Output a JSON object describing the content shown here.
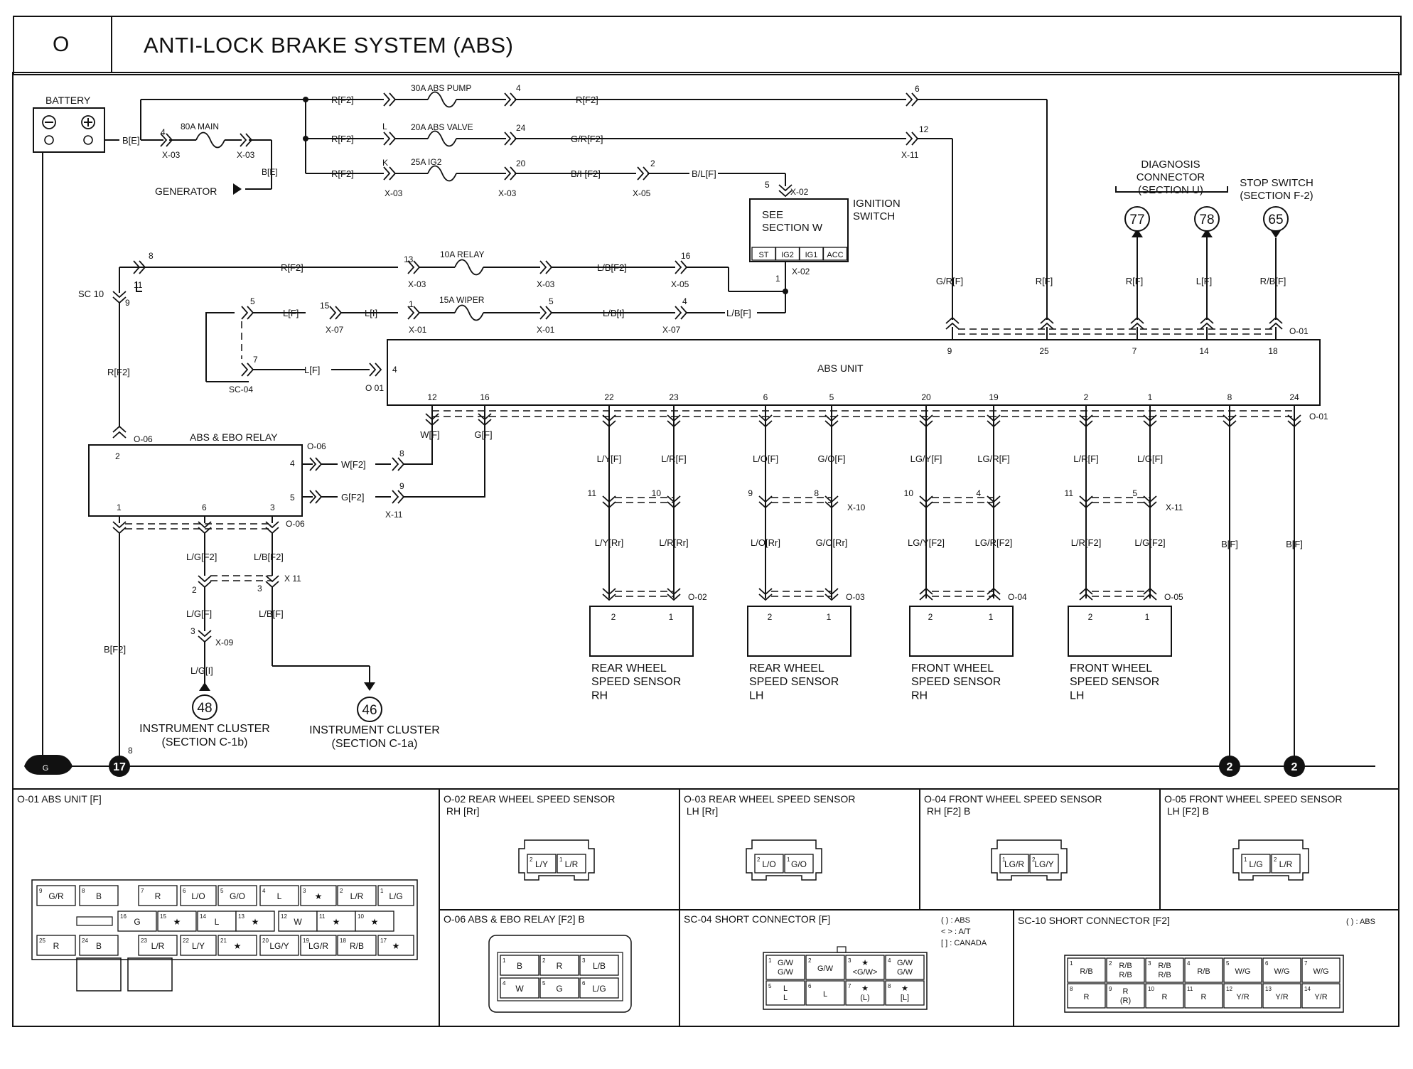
{
  "header": {
    "section": "O",
    "title": "ANTI-LOCK BRAKE SYSTEM (ABS)"
  },
  "power": {
    "battery_label": "BATTERY",
    "generator_label": "GENERATOR",
    "fuses": [
      {
        "label": "80A MAIN",
        "in_pin": "4",
        "in_conn": "X-03",
        "out_conn": "X-03"
      },
      {
        "label": "30A ABS PUMP",
        "out_pin": "4"
      },
      {
        "label": "20A ABS VALVE",
        "in_pin": "L",
        "out_pin": "24"
      },
      {
        "label": "25A IG2",
        "in_pin": "K",
        "in_conn": "X-03",
        "out_pin": "20",
        "out_conn": "X-03"
      },
      {
        "label": "10A RELAY",
        "in_pin": "13",
        "in_conn": "X-03",
        "out_conn": "X-03"
      },
      {
        "label": "15A WIPER",
        "in_pin": "1",
        "in_conn": "X-01",
        "out_pin": "5",
        "out_conn": "X-01"
      }
    ],
    "wires": {
      "batt_out": "B[E]",
      "gen_wire": "B[E]",
      "pump_in": "R[F2]",
      "valve_in": "R[F2]",
      "ig2_in": "R[F2]",
      "pump_out": "R[F2]",
      "valve_out": "G/R[F2]",
      "ig2_out": "B/I [F2]",
      "ig_sw_in": "B/L[F]",
      "relay_in": "R[F2]",
      "relay_out": "L/B[F2]",
      "wiper_in": "L[I]",
      "wiper_out": "L/B[I]",
      "wiper_out2": "L/B[F]",
      "sc04_top": "L[F]",
      "sc04_bot": "L[F]",
      "sc10_down": "R[F2]"
    },
    "connectors": {
      "x05_pin": "2",
      "x05": "X-05",
      "x02_top_pin": "5",
      "x02": "X-02",
      "x02_bot_pin": "1",
      "x02_bot": "X-02",
      "x11_top_pin6": "6",
      "x11_top_pin12": "12",
      "x11_top": "X-11",
      "sc10": "SC 10",
      "sc10_pin_top": "8",
      "sc10_pin_bot": "9",
      "sc10_pin_11": "11",
      "relay_out_pin": "16",
      "relay_out_conn": "X-05",
      "wiper_x07_pin": "15",
      "x07": "X-07",
      "x07b_pin": "4",
      "x07b": "X-07",
      "sc04": "SC-04",
      "sc04_pin5": "5",
      "sc04_pin7": "7",
      "o01_left": "O 01",
      "o01_left_pin": "4"
    }
  },
  "ignition_switch": {
    "label": "IGNITION\nSWITCH",
    "see": "SEE\nSECTION W",
    "positions": [
      "ST",
      "IG2",
      "IG1",
      "ACC"
    ]
  },
  "right_refs": {
    "diag_label": "DIAGNOSIS\nCONNECTOR\n(SECTION U)",
    "stop_label": "STOP SWITCH\n(SECTION F-2)",
    "circles": [
      "77",
      "78",
      "65"
    ],
    "wires": [
      "G/R[F]",
      "R[F]",
      "R[F]",
      "L[F]",
      "R/B[F]"
    ],
    "pins": [
      "9",
      "25",
      "7",
      "14",
      "18"
    ],
    "o01": "O-01"
  },
  "abs_unit": {
    "label": "ABS UNIT",
    "left_pin": "4",
    "bottom_pins": [
      "12",
      "16",
      "22",
      "23",
      "6",
      "5",
      "20",
      "19",
      "2",
      "1",
      "8",
      "24"
    ],
    "o01_bottom": "O-01"
  },
  "relay": {
    "label": "ABS & EBO RELAY",
    "o06_top": "O-06",
    "o06_right": "O-06",
    "o06_bottom": "O-06",
    "pins": {
      "p2": "2",
      "p4": "4",
      "p5": "5",
      "p1": "1",
      "p6": "6",
      "p3": "3"
    },
    "wires": {
      "w_top": "W[F2]",
      "g_top": "G[F2]",
      "w_abs": "W[F]",
      "g_abs": "G[F]",
      "lg": "L/G[F2]",
      "lb": "L/B[F2]",
      "lg2": "L/G[F]",
      "lb2": "L/B[F]",
      "lgi": "L/G[I]",
      "bf2": "B[F2]",
      "rf2": "R[F2]"
    },
    "x11_pin8": "8",
    "x11_pin9": "9",
    "x11": "X-11",
    "x11b": "X 11",
    "x11b_pin2": "2",
    "x11b_pin3": "3",
    "x09_pin": "3",
    "x09": "X-09",
    "o06_pin": "O-06"
  },
  "cluster": [
    {
      "num": "48",
      "label": "INSTRUMENT CLUSTER\n(SECTION C-1b)"
    },
    {
      "num": "46",
      "label": "INSTRUMENT CLUSTER\n(SECTION C-1a)"
    }
  ],
  "sensors": [
    {
      "name": "REAR WHEEL\nSPEED SENSOR\nRH",
      "conn": "O-02",
      "w_top": [
        "L/Y[F]",
        "L/R[F]"
      ],
      "x_pins": [
        "11",
        "10"
      ],
      "w_bot": [
        "L/Y[Rr]",
        "L/R[Rr]"
      ],
      "pins": [
        "2",
        "1"
      ]
    },
    {
      "name": "REAR WHEEL\nSPEED SENSOR\nLH",
      "conn": "O-03",
      "w_top": [
        "L/O[F]",
        "G/O[F]"
      ],
      "x_pins": [
        "9",
        "8"
      ],
      "x_label": "X-10",
      "w_bot": [
        "L/O[Rr]",
        "G/O[Rr]"
      ],
      "pins": [
        "2",
        "1"
      ]
    },
    {
      "name": "FRONT WHEEL\nSPEED SENSOR\nRH",
      "conn": "O-04",
      "w_top": [
        "LG/Y[F]",
        "LG/R[F]"
      ],
      "x_pins": [
        "10",
        "4"
      ],
      "w_bot": [
        "LG/Y[F2]",
        "LG/R[F2]"
      ],
      "pins": [
        "2",
        "1"
      ]
    },
    {
      "name": "FRONT WHEEL\nSPEED SENSOR\nLH",
      "conn": "O-05",
      "w_top": [
        "L/R[F]",
        "L/G[F]"
      ],
      "x_pins": [
        "11",
        "5"
      ],
      "x_label": "X-11",
      "w_bot": [
        "L/R[F2]",
        "L/G[F2]"
      ],
      "pins": [
        "2",
        "1"
      ]
    }
  ],
  "grounds": {
    "g_label": "G",
    "g17": "17",
    "g17_pin": "8",
    "g2a": "2",
    "g2b": "2",
    "w_right1": "B[F]",
    "w_right2": "B[F]"
  },
  "panels": {
    "o01": {
      "title": "O-01 ABS UNIT [F]",
      "row1": [
        [
          "9",
          "G/R"
        ],
        [
          "8",
          "B"
        ],
        [
          "7",
          "R"
        ],
        [
          "6",
          "L/O"
        ],
        [
          "5",
          "G/O"
        ],
        [
          "4",
          "L"
        ],
        [
          "3",
          "★"
        ],
        [
          "2",
          "L/R"
        ],
        [
          "1",
          "L/G"
        ]
      ],
      "row2": [
        [
          "16",
          "G"
        ],
        [
          "15",
          "★"
        ],
        [
          "14",
          "L"
        ],
        [
          "13",
          "★"
        ],
        [
          "12",
          "W"
        ],
        [
          "11",
          "★"
        ],
        [
          "10",
          "★"
        ]
      ],
      "row3": [
        [
          "25",
          "R"
        ],
        [
          "24",
          "B"
        ],
        [
          "23",
          "L/R"
        ],
        [
          "22",
          "L/Y"
        ],
        [
          "21",
          "★"
        ],
        [
          "20",
          "LG/Y"
        ],
        [
          "19",
          "LG/R"
        ],
        [
          "18",
          "R/B"
        ],
        [
          "17",
          "★"
        ]
      ]
    },
    "o02": {
      "title": "O-02 REAR WHEEL SPEED SENSOR\n      RH [Rr]",
      "cells": [
        [
          "2",
          "L/Y"
        ],
        [
          "1",
          "L/R"
        ]
      ]
    },
    "o03": {
      "title": "O-03 REAR WHEEL SPEED SENSOR\n      LH [Rr]",
      "cells": [
        [
          "2",
          "L/O"
        ],
        [
          "1",
          "G/O"
        ]
      ]
    },
    "o04": {
      "title": "O-04 FRONT WHEEL SPEED SENSOR\n      RH [F2] B",
      "cells": [
        [
          "1",
          "LG/R"
        ],
        [
          "2",
          "LG/Y"
        ]
      ]
    },
    "o05": {
      "title": "O-05 FRONT WHEEL SPEED SENSOR\n      LH [F2] B",
      "cells": [
        [
          "1",
          "L/G"
        ],
        [
          "2",
          "L/R"
        ]
      ]
    },
    "o06": {
      "title": "O-06 ABS & EBO RELAY [F2] B",
      "cells": [
        [
          "1",
          "B"
        ],
        [
          "2",
          "R"
        ],
        [
          "3",
          "L/B"
        ],
        [
          "4",
          "W"
        ],
        [
          "5",
          "G"
        ],
        [
          "6",
          "L/G"
        ]
      ]
    },
    "sc04": {
      "title": "SC-04 SHORT CONNECTOR [F]",
      "legend": [
        "(    ) : ABS",
        "<    > : A/T",
        "[    ] : CANADA"
      ],
      "top": [
        [
          "1",
          "G/W\nG/W"
        ],
        [
          "2",
          "G/W"
        ],
        [
          "3",
          "★\n<G/W>"
        ],
        [
          "4",
          "G/W\nG/W"
        ]
      ],
      "bot": [
        [
          "5",
          "L\nL"
        ],
        [
          "6",
          "L"
        ],
        [
          "7",
          "★\n(L)"
        ],
        [
          "8",
          "★\n[L]"
        ]
      ]
    },
    "sc10": {
      "title": "SC-10 SHORT CONNECTOR [F2]",
      "legend": "(    ) : ABS",
      "top": [
        [
          "1",
          "R/B"
        ],
        [
          "2",
          "R/B\nR/B"
        ],
        [
          "3",
          "R/B\nR/B"
        ],
        [
          "4",
          "R/B"
        ],
        [
          "5",
          "W/G"
        ],
        [
          "6",
          "W/G"
        ],
        [
          "7",
          "W/G"
        ]
      ],
      "bot": [
        [
          "8",
          "R"
        ],
        [
          "9",
          "R\n(R)"
        ],
        [
          "10",
          "R"
        ],
        [
          "11",
          "R"
        ],
        [
          "12",
          "Y/R"
        ],
        [
          "13",
          "Y/R"
        ],
        [
          "14",
          "Y/R"
        ]
      ]
    }
  }
}
